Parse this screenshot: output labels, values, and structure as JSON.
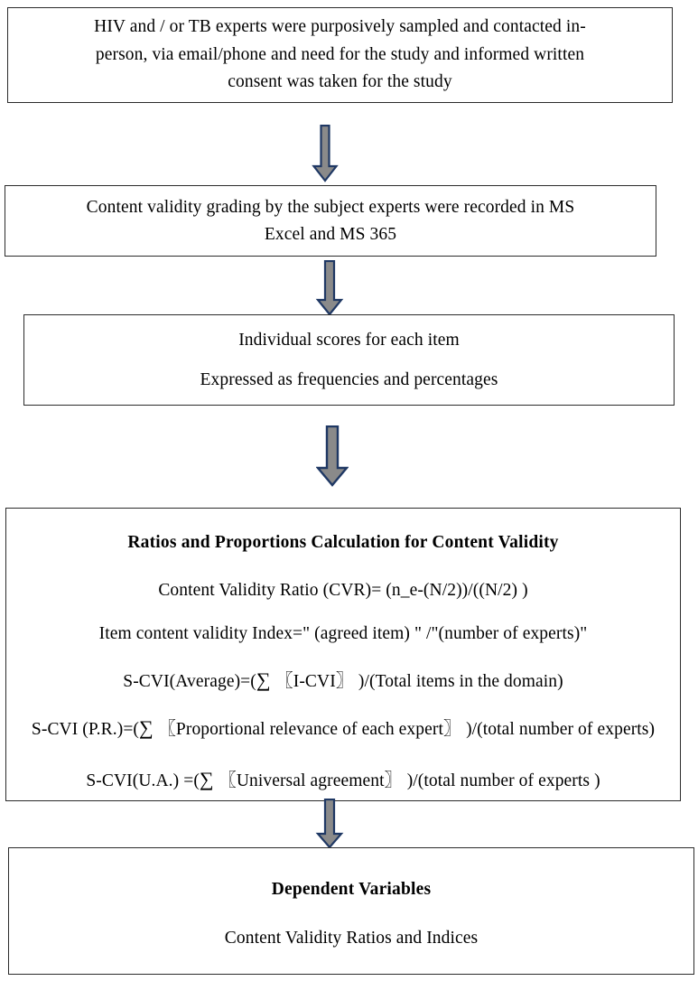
{
  "diagram": {
    "title": "Content validity assessment flowchart",
    "colors": {
      "box_border": "#2b2b2b",
      "arrow_fill": "#8a8a8a",
      "arrow_border": "#1f3864",
      "background": "#ffffff",
      "text": "#000000"
    },
    "nodes": [
      {
        "id": "recruitment",
        "lines": [
          "HIV and / or TB experts were purposively sampled and contacted in-",
          "person, via email/phone and need for the study and informed written",
          "consent was taken for the study"
        ]
      },
      {
        "id": "data-recording",
        "lines": [
          "Content validity grading by the subject experts were recorded in MS",
          "Excel and  MS 365"
        ]
      },
      {
        "id": "scores",
        "lines": [
          "Individual scores for each item",
          "Expressed as frequencies and percentages"
        ]
      },
      {
        "id": "calculations",
        "heading": "Ratios and Proportions Calculation for Content Validity",
        "formulas": [
          "Content Validity Ratio (CVR)= (n_e-(N/2))/((N/2) )",
          "Item content validity Index=\" (agreed item) \" /\"(number of experts)\"",
          "S-CVI(Average)=(∑ 〖I-CVI〗 )/(Total items in the domain)",
          "S-CVI (P.R.)=(∑ 〖Proportional relevance of each expert〗 )/(total number of experts)",
          "S-CVI(U.A.) =(∑ 〖Universal agreement〗 )/(total number of experts )"
        ],
        "formula_parts": [
          {
            "pre": "S-CVI(Average)=(",
            "sum": "∑",
            "open": "〖",
            "inner": "I-CVI",
            "close": "〗",
            "post": " )/(Total items in the domain)"
          },
          {
            "pre": "S-CVI (P.R.)=(",
            "sum": "∑",
            "open": "〖",
            "inner": "Proportional relevance of each expert",
            "close": "〗",
            "post": " )/(total number of",
            "post2": "experts)"
          },
          {
            "pre": "S-CVI(U.A.) =(",
            "sum": "∑",
            "open": "〖",
            "inner": "Universal agreement",
            "close": "〗",
            "post": " )/(total number of experts )"
          }
        ]
      },
      {
        "id": "dependent",
        "heading": "Dependent Variables",
        "lines": [
          "Content Validity Ratios and Indices"
        ]
      }
    ],
    "arrows": [
      {
        "id": "arrow-1",
        "from": "recruitment",
        "to": "data-recording",
        "direction": "down"
      },
      {
        "id": "arrow-2",
        "from": "data-recording",
        "to": "scores",
        "direction": "down"
      },
      {
        "id": "arrow-3",
        "from": "scores",
        "to": "calculations",
        "direction": "down"
      },
      {
        "id": "arrow-4",
        "from": "calculations",
        "to": "dependent",
        "direction": "down"
      }
    ]
  }
}
